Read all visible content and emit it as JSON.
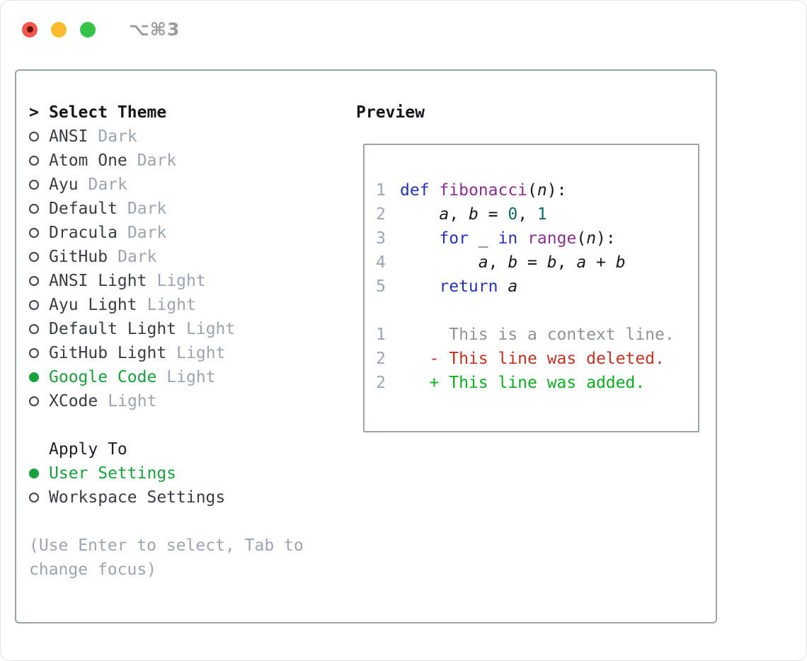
{
  "titlebar": {
    "hotkey": "⌥⌘3"
  },
  "theme_picker": {
    "prompt": ">",
    "title": "Select Theme",
    "items": [
      {
        "name": "ANSI",
        "variant": "Dark",
        "selected": false
      },
      {
        "name": "Atom One",
        "variant": "Dark",
        "selected": false
      },
      {
        "name": "Ayu",
        "variant": "Dark",
        "selected": false
      },
      {
        "name": "Default",
        "variant": "Dark",
        "selected": false
      },
      {
        "name": "Dracula",
        "variant": "Dark",
        "selected": false
      },
      {
        "name": "GitHub",
        "variant": "Dark",
        "selected": false
      },
      {
        "name": "ANSI Light",
        "variant": "Light",
        "selected": false
      },
      {
        "name": "Ayu Light",
        "variant": "Light",
        "selected": false
      },
      {
        "name": "Default Light",
        "variant": "Light",
        "selected": false
      },
      {
        "name": "GitHub Light",
        "variant": "Light",
        "selected": false
      },
      {
        "name": "Google Code",
        "variant": "Light",
        "selected": true
      },
      {
        "name": "XCode",
        "variant": "Light",
        "selected": false
      }
    ],
    "apply_to": {
      "title": "Apply To",
      "options": [
        {
          "name": "User Settings",
          "selected": true
        },
        {
          "name": "Workspace Settings",
          "selected": false
        }
      ]
    },
    "help_lines": [
      "(Use Enter to select, Tab to",
      "change focus)"
    ]
  },
  "preview": {
    "title": "Preview",
    "code_lines": [
      {
        "num": "1",
        "tokens": [
          {
            "t": "def",
            "c": "kw"
          },
          {
            "t": " ",
            "c": "pl"
          },
          {
            "t": "fibonacci",
            "c": "fn"
          },
          {
            "t": "(",
            "c": "pl"
          },
          {
            "t": "n",
            "c": "var"
          },
          {
            "t": "):",
            "c": "pl"
          }
        ]
      },
      {
        "num": "2",
        "tokens": [
          {
            "t": "    ",
            "c": "pl"
          },
          {
            "t": "a",
            "c": "var"
          },
          {
            "t": ", ",
            "c": "pl"
          },
          {
            "t": "b",
            "c": "var"
          },
          {
            "t": " = ",
            "c": "pl"
          },
          {
            "t": "0",
            "c": "num"
          },
          {
            "t": ", ",
            "c": "pl"
          },
          {
            "t": "1",
            "c": "num"
          }
        ]
      },
      {
        "num": "3",
        "tokens": [
          {
            "t": "    ",
            "c": "pl"
          },
          {
            "t": "for",
            "c": "kw"
          },
          {
            "t": " ",
            "c": "pl"
          },
          {
            "t": "_",
            "c": "pl"
          },
          {
            "t": " ",
            "c": "pl"
          },
          {
            "t": "in",
            "c": "kw"
          },
          {
            "t": " ",
            "c": "pl"
          },
          {
            "t": "range",
            "c": "fn"
          },
          {
            "t": "(",
            "c": "pl"
          },
          {
            "t": "n",
            "c": "var"
          },
          {
            "t": "):",
            "c": "pl"
          }
        ]
      },
      {
        "num": "4",
        "tokens": [
          {
            "t": "        ",
            "c": "pl"
          },
          {
            "t": "a",
            "c": "var"
          },
          {
            "t": ", ",
            "c": "pl"
          },
          {
            "t": "b",
            "c": "var"
          },
          {
            "t": " = ",
            "c": "pl"
          },
          {
            "t": "b",
            "c": "var"
          },
          {
            "t": ", ",
            "c": "pl"
          },
          {
            "t": "a",
            "c": "var"
          },
          {
            "t": " + ",
            "c": "pl"
          },
          {
            "t": "b",
            "c": "var"
          }
        ]
      },
      {
        "num": "5",
        "tokens": [
          {
            "t": "    ",
            "c": "pl"
          },
          {
            "t": "return",
            "c": "kw"
          },
          {
            "t": " ",
            "c": "pl"
          },
          {
            "t": "a",
            "c": "var"
          }
        ]
      }
    ],
    "diff_lines": [
      {
        "num": "1",
        "text": "     This is a context line.",
        "kind": "context"
      },
      {
        "num": "2",
        "text": "   - This line was deleted.",
        "kind": "deleted"
      },
      {
        "num": "2",
        "text": "   + This line was added.",
        "kind": "added"
      }
    ]
  },
  "colors": {
    "accent_green": "#18a23c",
    "muted_gray": "#9aa5b3",
    "keyword_blue": "#2433b8",
    "function_purple": "#8d2f8f",
    "number_teal": "#0e6c68",
    "deleted_red": "#c3321f",
    "added_green": "#0ab020",
    "panel_border": "#99a3ae"
  }
}
